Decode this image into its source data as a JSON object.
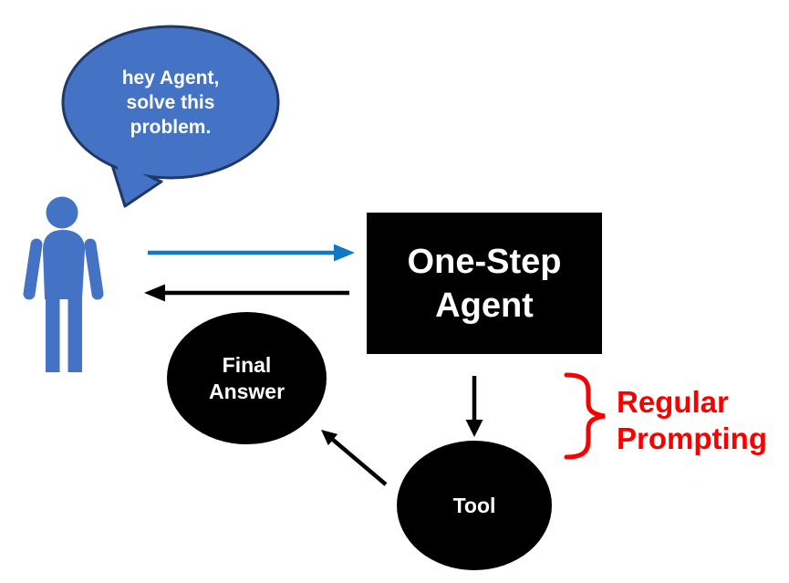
{
  "colors": {
    "background": "#ffffff",
    "bubble_fill": "#4472c4",
    "bubble_border": "#1f3864",
    "person_fill": "#4472c4",
    "arrow_blue": "#1178c6",
    "arrow_black": "#000000",
    "node_fill": "#000000",
    "node_text": "#ffffff",
    "annotation_red": "#f80000"
  },
  "graph": {
    "nodes": [
      {
        "id": "user",
        "type": "person-icon",
        "label": ""
      },
      {
        "id": "prompt",
        "type": "speech-bubble",
        "label": "hey Agent,\nsolve this\nproblem."
      },
      {
        "id": "agent",
        "type": "rectangle",
        "label": "One-Step\nAgent"
      },
      {
        "id": "final_answer",
        "type": "ellipse",
        "label": "Final\nAnswer"
      },
      {
        "id": "tool",
        "type": "ellipse",
        "label": "Tool"
      }
    ],
    "edges": [
      {
        "from": "user",
        "to": "agent",
        "color": "blue",
        "direction": "right"
      },
      {
        "from": "agent",
        "to": "user",
        "color": "black",
        "direction": "left"
      },
      {
        "from": "agent",
        "to": "tool",
        "color": "black",
        "direction": "down"
      },
      {
        "from": "tool",
        "to": "final_answer",
        "color": "black",
        "direction": "up-left"
      }
    ],
    "annotation": {
      "label": "Regular\nPrompting",
      "brace": "right-curly-brace",
      "color": "#f80000"
    }
  }
}
